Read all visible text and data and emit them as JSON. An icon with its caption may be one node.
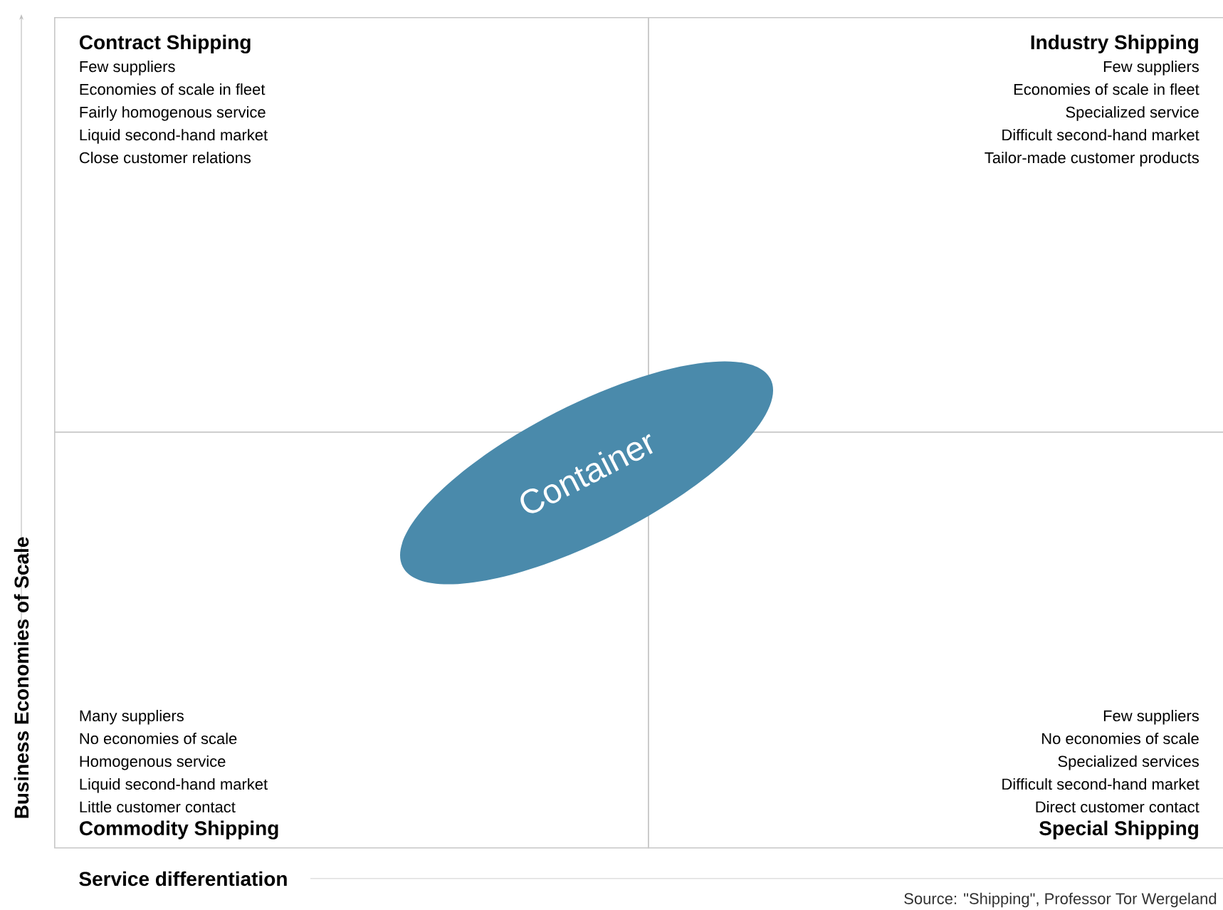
{
  "diagram": {
    "nodes": [
      {
        "text": [
          "Contract Shipping",
          "Few suppliers",
          "Economies of scale in fleet",
          "Fairly homogenous service",
          "Liquid second-hand market",
          "Close customer relations"
        ]
      },
      {
        "text": [
          "Industry Shipping",
          "Few suppliers",
          "Economies of scale in fleet",
          "Specialized service",
          "Difficult second-hand market",
          "Tailor-made customer products"
        ]
      },
      {
        "text": [
          "Many suppliers",
          "No economies of scale",
          "Homogenous service",
          "Liquid second-hand market",
          "Little customer contact",
          "Commodity Shipping"
        ]
      },
      {
        "text": [
          "Few suppliers",
          "No economies of scale",
          "Specialized services",
          "Difficult second-hand market",
          "Direct customer contact",
          "Special Shipping"
        ]
      },
      {
        "text": [
          "Container"
        ]
      }
    ],
    "labels": [
      "Business Economies of Scale",
      "Service differentiation",
      "Source: \"Shipping\", Professor Tor Wergeland"
    ]
  }
}
